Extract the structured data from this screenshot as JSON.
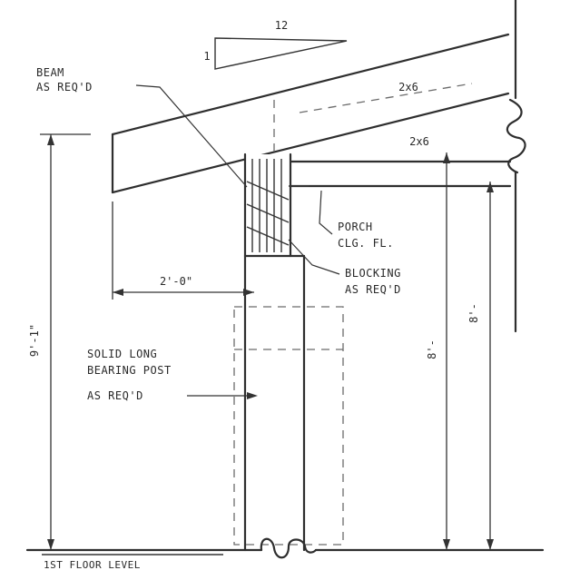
{
  "labels": {
    "slope_rise": "1",
    "slope_run": "12",
    "beam_line1": "BEAM",
    "beam_line2": "AS REQ'D",
    "rafter_upper": "2x6",
    "rafter_lower": "2x6",
    "porch_line1": "PORCH",
    "porch_line2": "CLG. FL.",
    "blocking_line1": "BLOCKING",
    "blocking_line2": "AS REQ'D",
    "post_line1": "SOLID LONG",
    "post_line2": "BEARING POST",
    "post_line3": "AS REQ'D",
    "floor_line": "1ST FLOOR LEVEL"
  },
  "dimensions": {
    "overhang": "2'-0\"",
    "left_height": "9'-1\"",
    "mid_height": "8'-",
    "right_height": "8'-"
  },
  "colors": {
    "line": "#2e2e2e",
    "hidden": "#6b6b6b",
    "background": "#ffffff"
  }
}
